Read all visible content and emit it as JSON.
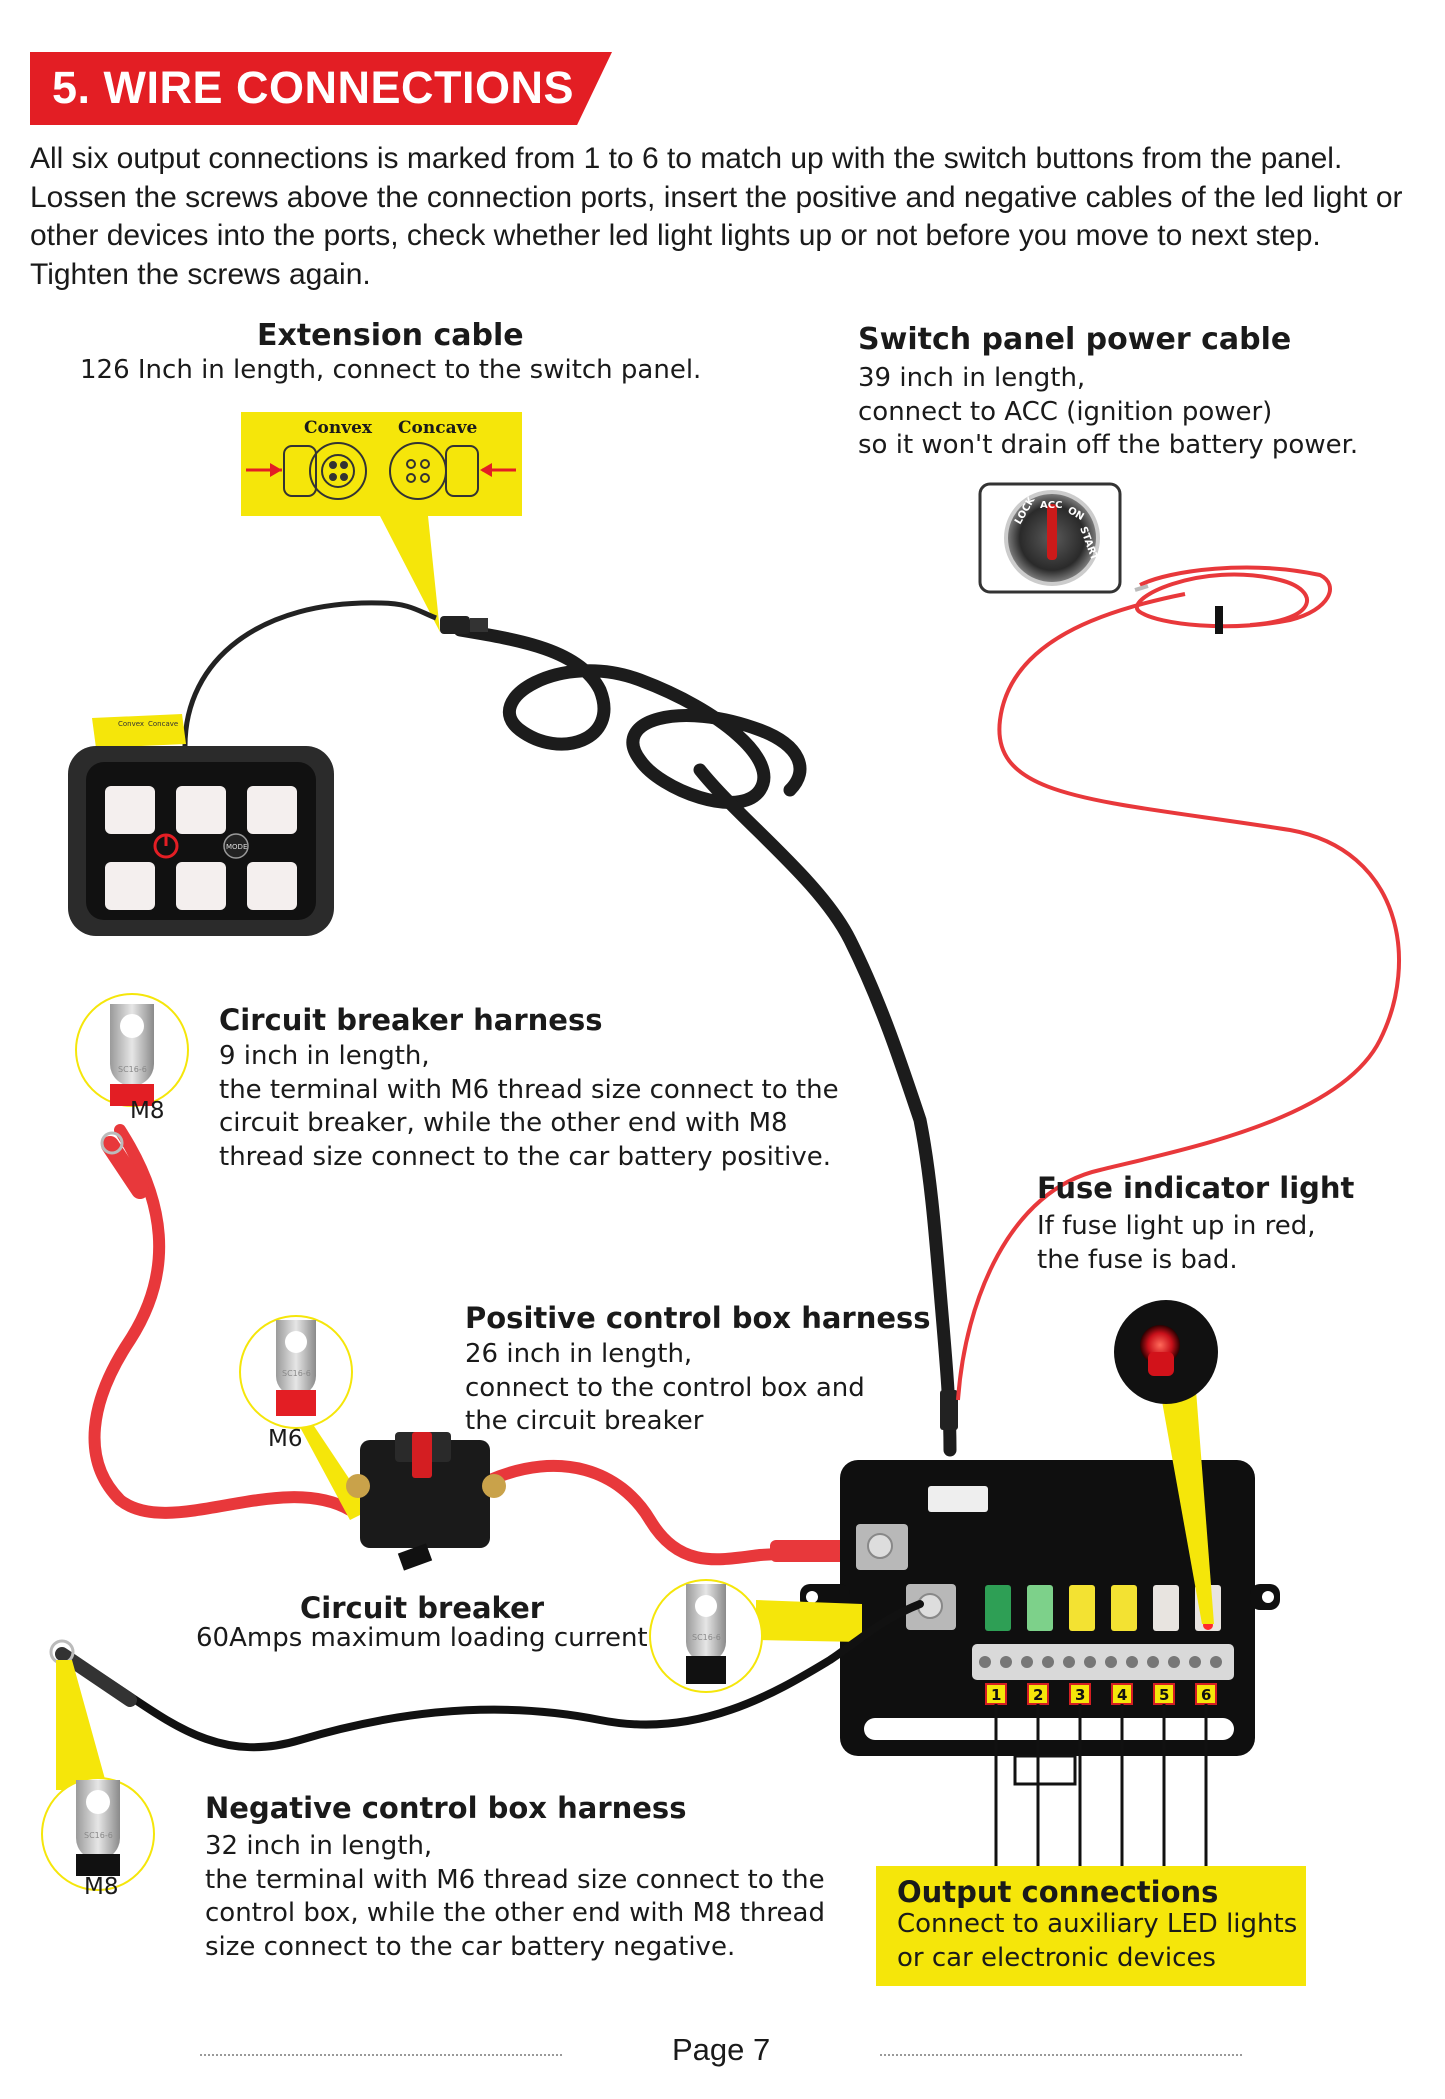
{
  "header": {
    "title": "5. WIRE CONNECTIONS",
    "banner_color": "#e31e24"
  },
  "intro": {
    "text": "All six output connections is marked from 1 to 6 to match up with the switch buttons from the panel. Lossen the screws above the connection ports, insert the positive and negative cables of the led light or other devices into the ports, check whether led light lights up or not before you move to next step. Tighten the screws again."
  },
  "extension_cable": {
    "title": "Extension cable",
    "description": "126 Inch in length, connect to the switch panel.",
    "connector_labels": [
      "Convex",
      "Concave"
    ]
  },
  "switch_panel_power_cable": {
    "title": "Switch panel power cable",
    "description": "39 inch in length,\nconnect to ACC (ignition power)\nso it won't drain off the battery power.",
    "ignition_labels": [
      "LOCK",
      "ACC",
      "ON",
      "START"
    ]
  },
  "switch_panel": {
    "mode_label": "MODE",
    "sticker_labels": [
      "Convex",
      "Concave"
    ]
  },
  "circuit_breaker_harness": {
    "title": "Circuit breaker harness",
    "description": "9 inch in length,\nthe terminal with M6 thread size connect to the\ncircuit breaker, while the other end with M8\nthread size connect to the car battery positive.",
    "terminal_label": "M8"
  },
  "fuse_indicator_light": {
    "title": "Fuse indicator light",
    "description": "If fuse light up in red,\nthe fuse is bad."
  },
  "positive_control_box_harness": {
    "title": "Positive control box harness",
    "description": "26 inch in length,\nconnect to the control box and\nthe circuit breaker",
    "terminal_label": "M6"
  },
  "circuit_breaker": {
    "title": "Circuit breaker",
    "description": "60Amps maximum loading current"
  },
  "negative_control_box_harness": {
    "title": "Negative control box harness",
    "description": "32 inch in length,\nthe terminal with M6 thread size connect to the\ncontrol box, while the other end with M8 thread\nsize connect to the car battery negative.",
    "terminal_label": "M8"
  },
  "output_connections": {
    "title": "Output connections",
    "description": "Connect to auxiliary LED lights\nor car electronic devices",
    "port_numbers": [
      "1",
      "2",
      "3",
      "4",
      "5",
      "6"
    ]
  },
  "terminal_stamp": "SC16-6",
  "colors": {
    "accent_red": "#e31e24",
    "callout_yellow": "#f5e60a",
    "wire_red": "#e8383b",
    "cable_black": "#1c1c1c"
  },
  "footer": {
    "page_label": "Page 7"
  }
}
